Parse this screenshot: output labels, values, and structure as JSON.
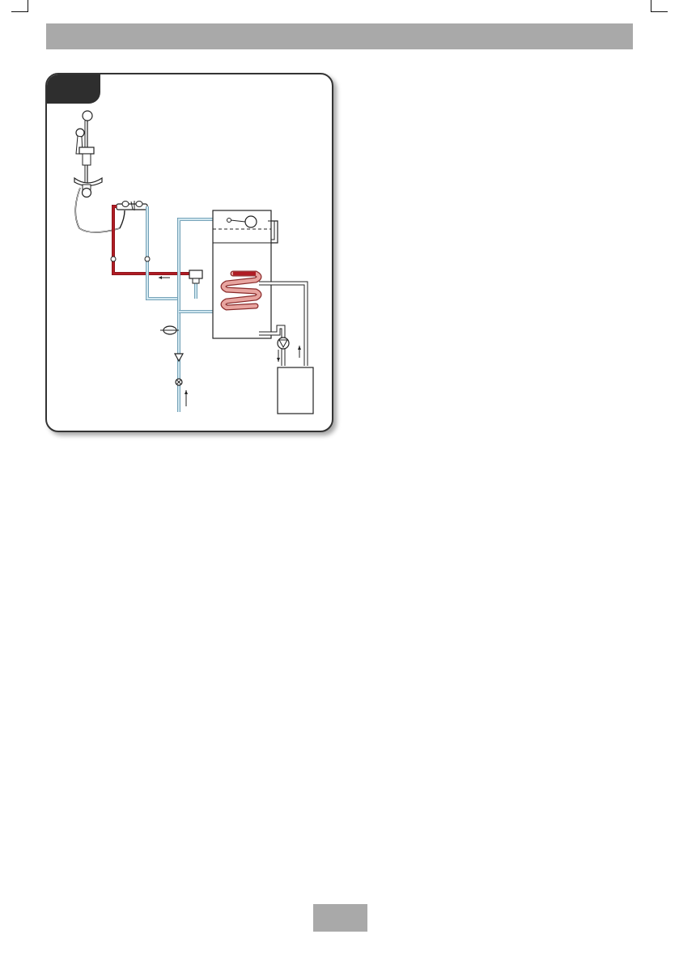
{
  "header": {
    "title": ""
  },
  "figure": {
    "number": ""
  },
  "footer": {
    "page_number": ""
  },
  "colors": {
    "hot_pipe": "#b01c24",
    "cold_pipe": "#a9cfe0",
    "cold_pipe_outline": "#5a8fa8",
    "header_bar": "#a9a9a9",
    "figure_tab": "#2e2e2e"
  },
  "diagram": {
    "components": [
      "shower-head",
      "riser-rail",
      "shower-hose",
      "mixer-valve",
      "hot-water-cylinder",
      "heating-coil",
      "boiler",
      "circulation-pump",
      "expansion-vessel",
      "check-valve",
      "isolating-valve",
      "tee-junction",
      "float-switch"
    ]
  }
}
